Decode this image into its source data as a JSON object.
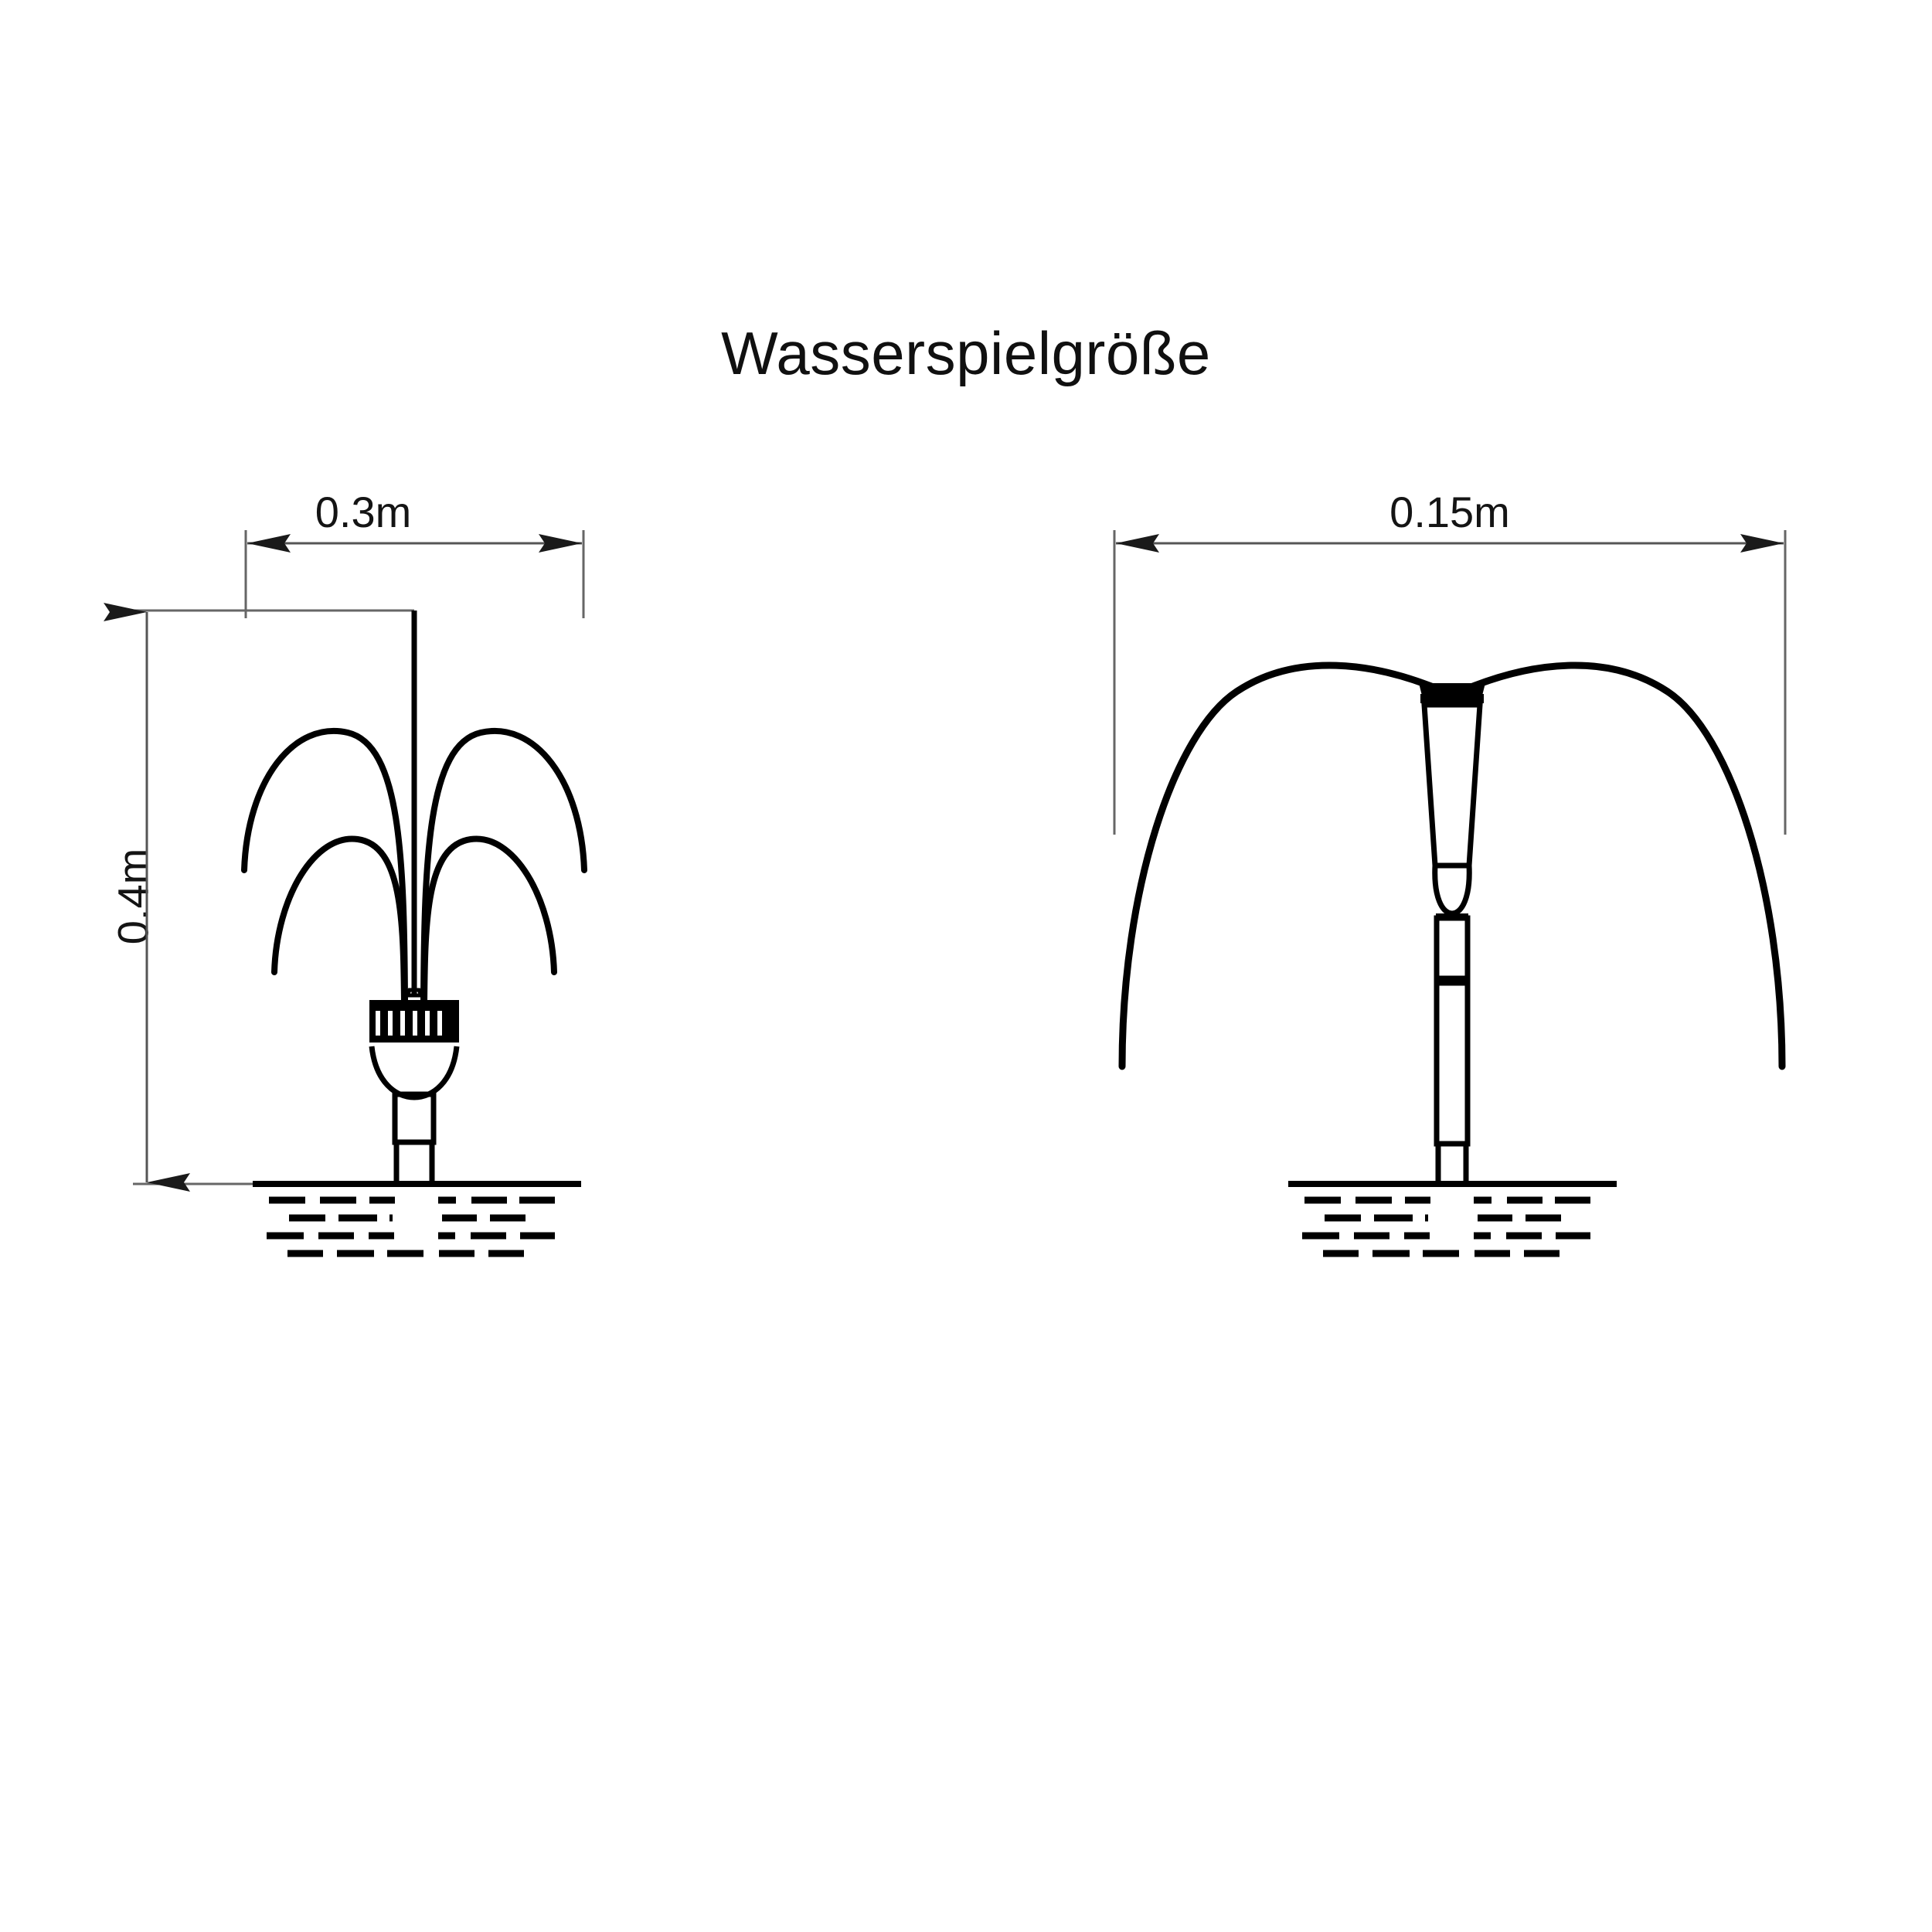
{
  "title": "Wasserspielgröße",
  "colors": {
    "ink": "#000000",
    "text": "#141414",
    "dimension_line": "#555555",
    "background": "#ffffff"
  },
  "dimensions": {
    "left_width": "0.3m",
    "left_height": "0.4m",
    "right_width": "0.15m"
  },
  "diagrams": [
    {
      "id": "left-fountain",
      "name": "multi-jet-fountain-nozzle",
      "width_label": "0.3m",
      "height_label": "0.4m",
      "jets": 5,
      "nozzle": "ribbed-crown-nozzle"
    },
    {
      "id": "right-fountain",
      "name": "bell-spray-fountain-nozzle",
      "width_label": "0.15m",
      "jets": 2,
      "nozzle": "bell-nozzle"
    }
  ],
  "chart_data": {
    "type": "diagram",
    "title": "Wasserspielgröße",
    "annotations": [
      "0.3m",
      "0.4m",
      "0.15m"
    ]
  }
}
